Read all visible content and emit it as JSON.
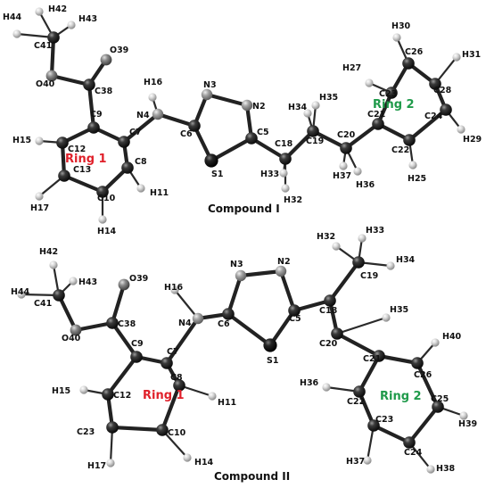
{
  "compounds": [
    {
      "title": "Compound I",
      "rings": [
        {
          "text": "Ring 1",
          "color": "red"
        },
        {
          "text": "Ring 2",
          "color": "green"
        }
      ],
      "atoms": [
        {
          "id": "H42",
          "type": "H"
        },
        {
          "id": "H43",
          "type": "H"
        },
        {
          "id": "H44",
          "type": "H"
        },
        {
          "id": "C41",
          "type": "C"
        },
        {
          "id": "O39",
          "type": "O"
        },
        {
          "id": "O40",
          "type": "O"
        },
        {
          "id": "C38",
          "type": "C"
        },
        {
          "id": "H16",
          "type": "H"
        },
        {
          "id": "N4",
          "type": "N"
        },
        {
          "id": "C9",
          "type": "C"
        },
        {
          "id": "C7",
          "type": "C"
        },
        {
          "id": "C12",
          "type": "C"
        },
        {
          "id": "H15",
          "type": "H"
        },
        {
          "id": "C8",
          "type": "C"
        },
        {
          "id": "C13",
          "type": "C"
        },
        {
          "id": "C10",
          "type": "C"
        },
        {
          "id": "H11",
          "type": "H"
        },
        {
          "id": "H17",
          "type": "H"
        },
        {
          "id": "H14",
          "type": "H"
        },
        {
          "id": "N3",
          "type": "N"
        },
        {
          "id": "N2",
          "type": "N"
        },
        {
          "id": "C6",
          "type": "C"
        },
        {
          "id": "C5",
          "type": "C"
        },
        {
          "id": "S1",
          "type": "S"
        },
        {
          "id": "C18",
          "type": "C"
        },
        {
          "id": "H33",
          "type": "H"
        },
        {
          "id": "H32",
          "type": "H"
        },
        {
          "id": "C19",
          "type": "C"
        },
        {
          "id": "H34",
          "type": "H"
        },
        {
          "id": "H35",
          "type": "H"
        },
        {
          "id": "C20",
          "type": "C"
        },
        {
          "id": "H37",
          "type": "H"
        },
        {
          "id": "H36",
          "type": "H"
        },
        {
          "id": "C21",
          "type": "C"
        },
        {
          "id": "C22",
          "type": "C"
        },
        {
          "id": "H25",
          "type": "H"
        },
        {
          "id": "C23",
          "type": "C"
        },
        {
          "id": "H27",
          "type": "H"
        },
        {
          "id": "C26",
          "type": "C"
        },
        {
          "id": "H30",
          "type": "H"
        },
        {
          "id": "C28",
          "type": "C"
        },
        {
          "id": "H31",
          "type": "H"
        },
        {
          "id": "C24",
          "type": "C"
        },
        {
          "id": "H29",
          "type": "H"
        }
      ]
    },
    {
      "title": "Compound II",
      "rings": [
        {
          "text": "Ring 1",
          "color": "red"
        },
        {
          "text": "Ring 2",
          "color": "green"
        }
      ],
      "atoms": [
        {
          "id": "H42",
          "type": "H"
        },
        {
          "id": "H43",
          "type": "H"
        },
        {
          "id": "H44",
          "type": "H"
        },
        {
          "id": "C41",
          "type": "C"
        },
        {
          "id": "O39",
          "type": "O"
        },
        {
          "id": "C38",
          "type": "C"
        },
        {
          "id": "O40",
          "type": "O"
        },
        {
          "id": "H16",
          "type": "H"
        },
        {
          "id": "N4",
          "type": "N"
        },
        {
          "id": "C9",
          "type": "C"
        },
        {
          "id": "C7",
          "type": "C"
        },
        {
          "id": "C8",
          "type": "C"
        },
        {
          "id": "H15",
          "type": "H"
        },
        {
          "id": "C12",
          "type": "C"
        },
        {
          "id": "C23",
          "type": "C"
        },
        {
          "id": "C10",
          "type": "C"
        },
        {
          "id": "H11",
          "type": "H"
        },
        {
          "id": "H17",
          "type": "H"
        },
        {
          "id": "H14",
          "type": "H"
        },
        {
          "id": "N3",
          "type": "N"
        },
        {
          "id": "N2",
          "type": "N"
        },
        {
          "id": "C6",
          "type": "C"
        },
        {
          "id": "C5",
          "type": "C"
        },
        {
          "id": "S1",
          "type": "S"
        },
        {
          "id": "C18",
          "type": "C"
        },
        {
          "id": "C19",
          "type": "C"
        },
        {
          "id": "H32",
          "type": "H"
        },
        {
          "id": "H33",
          "type": "H"
        },
        {
          "id": "H34",
          "type": "H"
        },
        {
          "id": "H35",
          "type": "H"
        },
        {
          "id": "C20",
          "type": "C"
        },
        {
          "id": "C21",
          "type": "C"
        },
        {
          "id": "C26",
          "type": "C"
        },
        {
          "id": "H40",
          "type": "H"
        },
        {
          "id": "H36",
          "type": "H"
        },
        {
          "id": "C22",
          "type": "C"
        },
        {
          "id": "C25",
          "type": "C"
        },
        {
          "id": "C23b",
          "label": "C23",
          "type": "C"
        },
        {
          "id": "C24",
          "type": "C"
        },
        {
          "id": "H39",
          "type": "H"
        },
        {
          "id": "H37",
          "type": "H"
        },
        {
          "id": "H38",
          "type": "H"
        }
      ]
    }
  ],
  "colors": {
    "carbon": "#1e1e1e",
    "nitrogen": "#8a8a8a",
    "oxygen": "#6e6e6e",
    "sulfur": "#151515",
    "hydrogen": "#cfcfcf",
    "ring_red": "#e0202a",
    "ring_green": "#1f9a4a"
  }
}
